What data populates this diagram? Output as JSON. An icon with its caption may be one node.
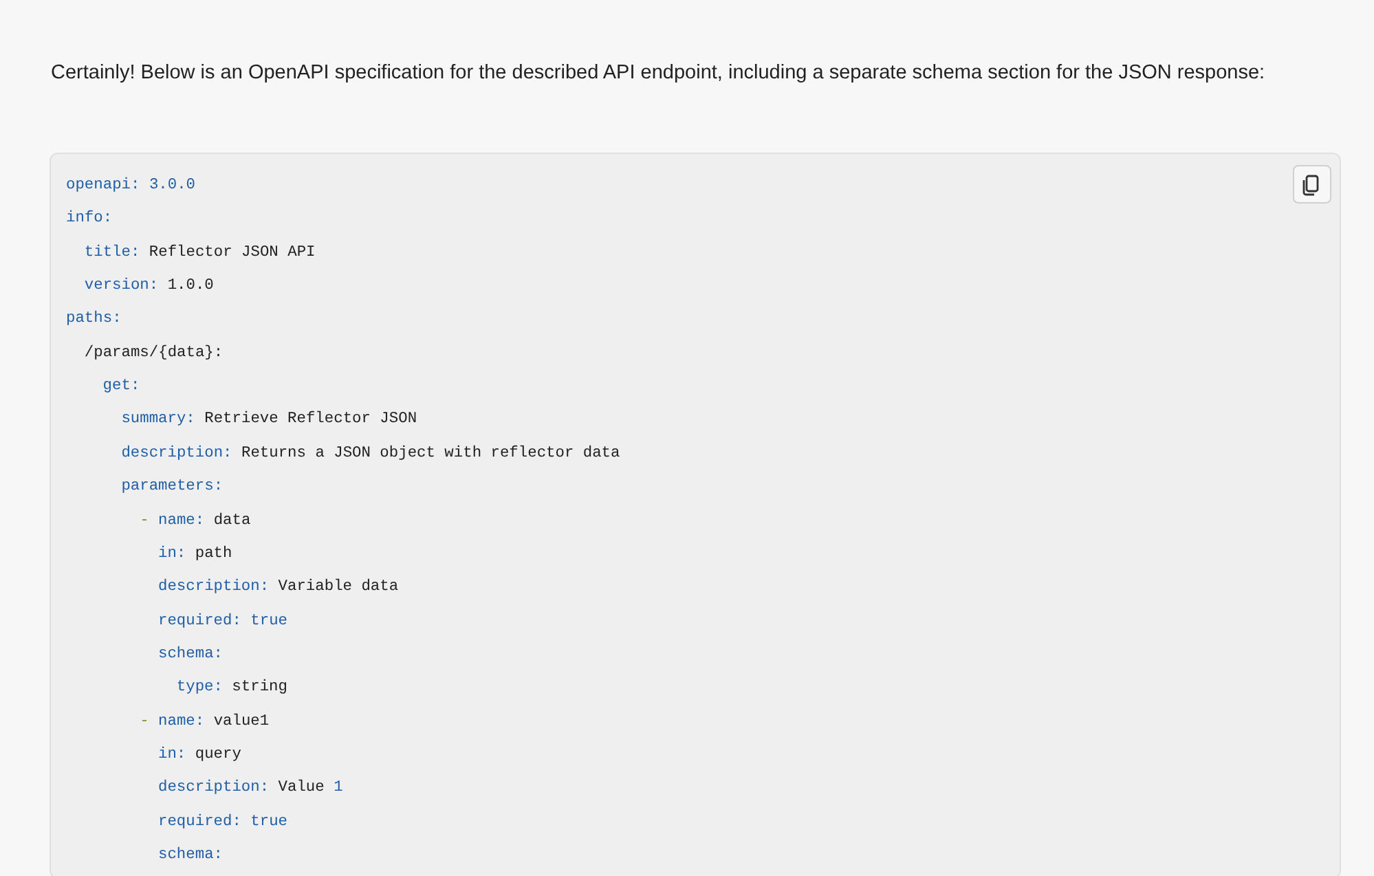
{
  "diagram": {
    "labels": [
      "Certainly! Below is an OpenAPI specification for the described API endpoint, including a separate schema section for the JSON response:",
      "openapi: 3.0.0",
      "info:",
      "title: Reflector JSON API",
      "version: 1.0.0",
      "paths:",
      "/params/{data}:",
      "get:",
      "summary: Retrieve Reflector JSON",
      "description: Returns a JSON object with reflector data",
      "parameters:",
      "- name: data",
      "in: path",
      "description: Variable data",
      "required: true",
      "schema:",
      "type: string",
      "- name: value1",
      "in: query",
      "description: Value 1",
      "required: true",
      "schema:"
    ]
  }
}
